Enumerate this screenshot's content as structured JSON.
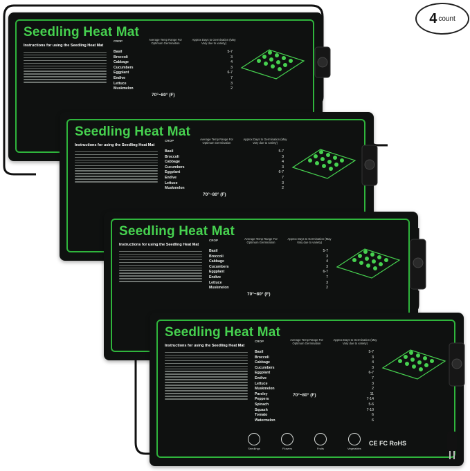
{
  "product": {
    "mat_title": "Seedling Heat Mat",
    "instructions_heading": "Instructions for using the Seedling Heat Mat",
    "columns": {
      "crop": "CROP",
      "temp_range": "Average Temp Range For Optimum Germination",
      "days": "Approx Days to Germination (May Vary due to variety)"
    },
    "crops": [
      "Basil",
      "Broccoli",
      "Cabbage",
      "Cucumbers",
      "Eggplant",
      "Endive",
      "Lettuce",
      "Muskmelon",
      "Parsley",
      "Peppers",
      "Spinach",
      "Squash",
      "Tomato",
      "Watermelon"
    ],
    "days": [
      "5-7",
      "3",
      "4",
      "3",
      "6-7",
      "7",
      "3",
      "2",
      "11",
      "7-14",
      "5-6",
      "7-10",
      "6",
      "6"
    ],
    "temp_range": "70°~80° (F)",
    "footer_icons": [
      "Seedlings",
      "Flowers",
      "Fruits",
      "Vegetables"
    ],
    "certifications": "CE FC RoHS"
  },
  "badge": {
    "count": "4",
    "word": "count"
  },
  "colors": {
    "mat": "#0f1110",
    "accent_green": "#46d14f",
    "border_green": "#2fb53c",
    "cord": "#111111"
  }
}
